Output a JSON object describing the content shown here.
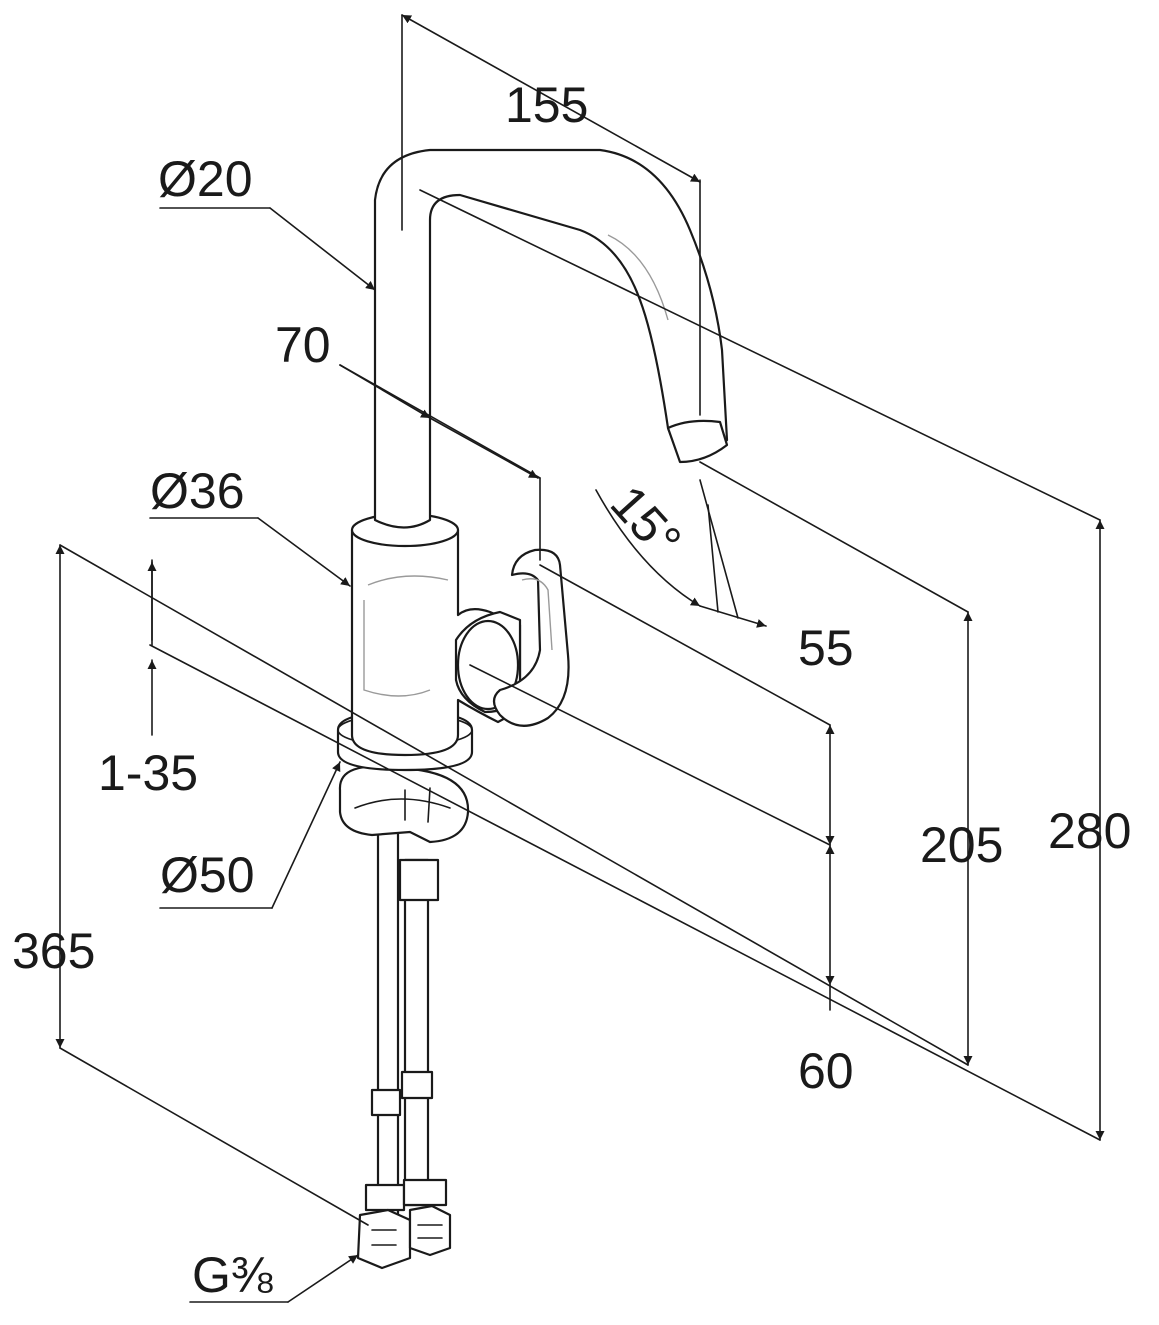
{
  "diagram": {
    "dimensions": {
      "spout_reach": "155",
      "spout_diameter": "Ø20",
      "lever_reach": "70",
      "body_diameter": "Ø36",
      "spray_angle": "15°",
      "spout_height": "205",
      "total_height": "280",
      "dim_55": "55",
      "dim_60": "60",
      "counter_thickness": "1-35",
      "base_diameter": "Ø50",
      "hose_length": "365",
      "thread": "G⅜"
    }
  }
}
